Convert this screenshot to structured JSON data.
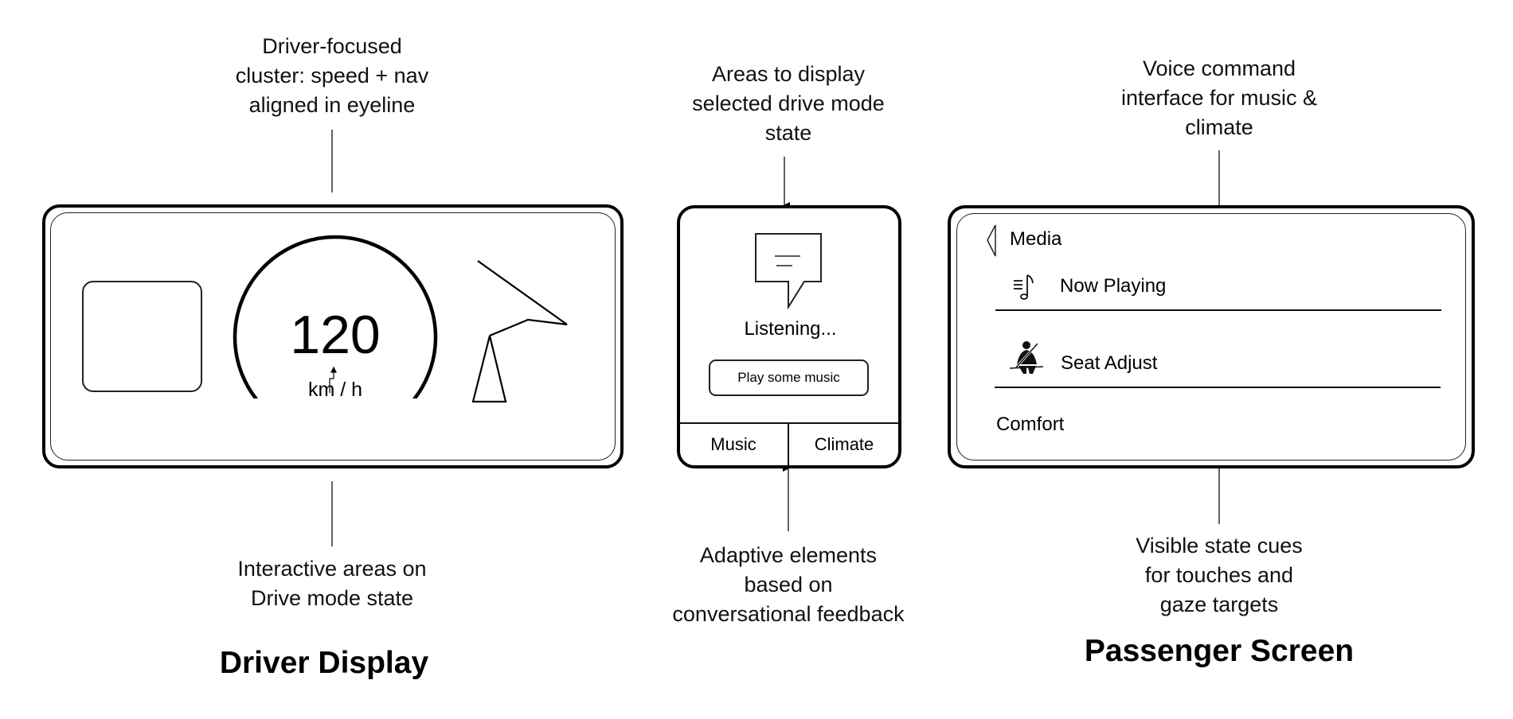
{
  "annotations": {
    "driver_top": [
      "Driver-focused",
      "cluster: speed + nav",
      "aligned in eyeline"
    ],
    "driver_bottom": [
      "Interactive areas on",
      "Drive mode state"
    ],
    "center_top": [
      "Areas to display",
      "selected drive mode",
      "state"
    ],
    "center_bottom": [
      "Adaptive elements",
      "based on",
      "conversational feedback"
    ],
    "passenger_top": [
      "Voice command",
      "interface for music &",
      "climate"
    ],
    "passenger_bottom": [
      "Visible state cues",
      "for touches and",
      "gaze targets"
    ]
  },
  "titles": {
    "driver": "Driver Display",
    "passenger": "Passenger Screen"
  },
  "driver_display": {
    "speed": "120",
    "unit": "km / h",
    "icons": [
      "widget-placeholder",
      "speedometer-arc",
      "navigation-arrow-icon"
    ]
  },
  "voice_panel": {
    "icon": "speech-bubble-icon",
    "status": "Listening...",
    "suggestion": "Play some music",
    "tabs": [
      "Music",
      "Climate"
    ]
  },
  "passenger_screen": {
    "back_icon": "back-chevron-icon",
    "header": "Media",
    "items": [
      {
        "icon": "music-playlist-icon",
        "label": "Now Playing"
      },
      {
        "icon": "seatbelt-icon",
        "label": "Seat Adjust"
      }
    ],
    "section": "Comfort"
  }
}
